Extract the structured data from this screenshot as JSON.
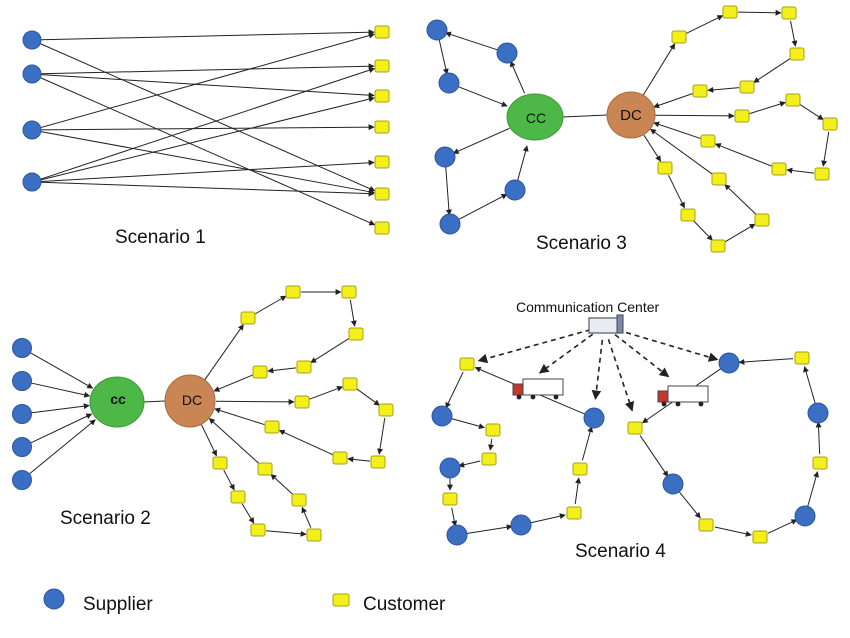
{
  "scenarios": {
    "s1": "Scenario 1",
    "s2": "Scenario 2",
    "s3": "Scenario 3",
    "s4": "Scenario 4"
  },
  "hubs": {
    "cc": "CC",
    "cc_s2": "cc",
    "dc": "DC"
  },
  "communication_center": "Communication  Center",
  "legend": {
    "supplier": "Supplier",
    "customer": "Customer"
  },
  "colors": {
    "supplier": "#3a6fc4",
    "customer": "#f2ef1a",
    "cc": "#4db848",
    "dc": "#c98554",
    "edge": "#222222"
  }
}
